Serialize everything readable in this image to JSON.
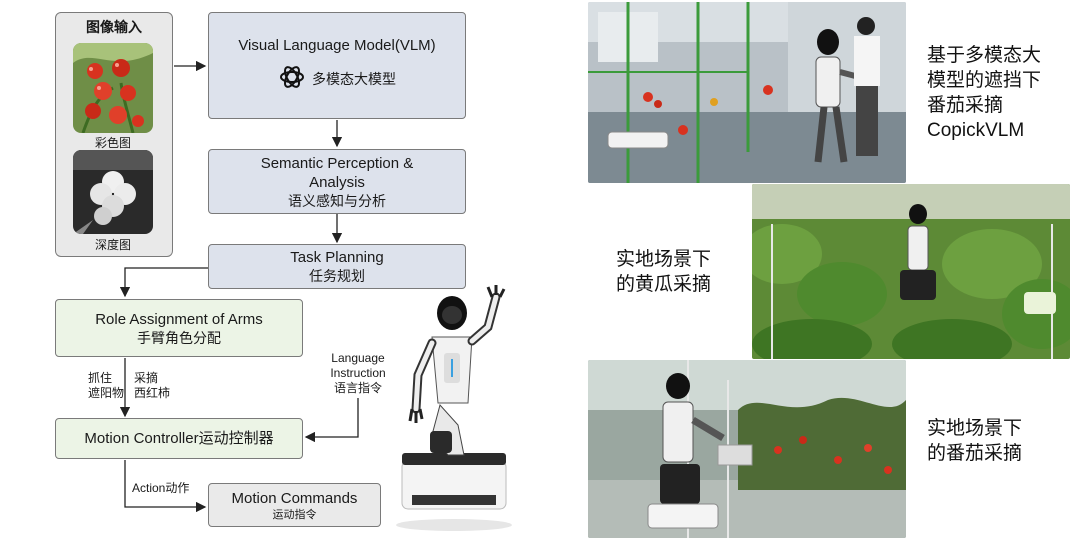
{
  "input_panel": {
    "title": "图像输入",
    "color_label": "彩色图",
    "depth_label": "深度图"
  },
  "vlm": {
    "title": "Visual Language Model(VLM)",
    "subtitle": "多模态大模型",
    "icon": "openai-logo-icon"
  },
  "semantic": {
    "title_line1": "Semantic Perception &",
    "title_line2": "Analysis",
    "subtitle": "语义感知与分析"
  },
  "task": {
    "title": "Task Planning",
    "subtitle": "任务规划"
  },
  "role": {
    "title": "Role Assignment of Arms",
    "subtitle": "手臂角色分配"
  },
  "arm_left": {
    "line1": "抓住",
    "line2": "遮阳物"
  },
  "arm_right": {
    "line1": "采摘",
    "line2": "西红柿"
  },
  "language": {
    "line1": "Language",
    "line2": "Instruction",
    "line3": "语言指令"
  },
  "motion_controller": {
    "title": "Motion Controller运动控制器"
  },
  "action": {
    "label": "Action动作"
  },
  "motion_commands": {
    "title": "Motion Commands",
    "subtitle": "运动指令"
  },
  "captions": {
    "c1_line1": "基于多模态大",
    "c1_line2": "模型的遮挡下",
    "c1_line3": "番茄采摘",
    "c1_line4": "CopickVLM",
    "c2_line1": "实地场景下",
    "c2_line2": "的黄瓜采摘",
    "c3_line1": "实地场景下",
    "c3_line2": "的番茄采摘"
  },
  "colors": {
    "box_blue": "#dde2ec",
    "box_green": "#ecf4e6",
    "box_gray": "#eaeaea",
    "border": "#7a7a7a",
    "tomato": "#d8321f",
    "leaf": "#4f8a2e"
  }
}
